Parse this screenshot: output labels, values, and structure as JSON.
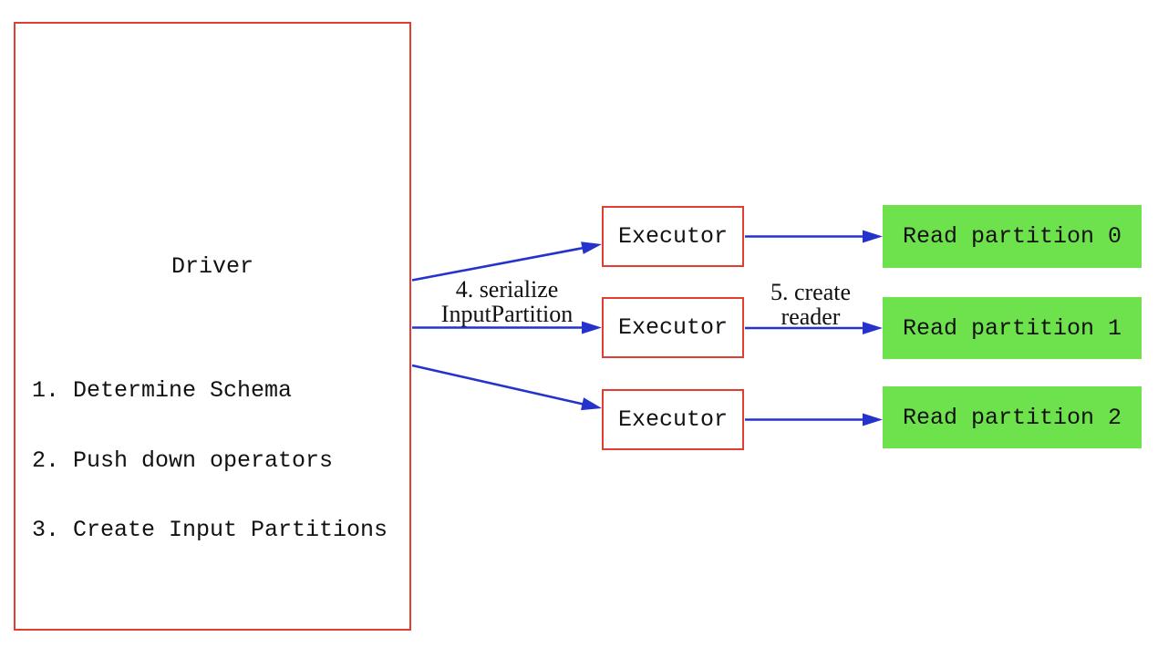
{
  "colors": {
    "red": "#e23d33",
    "blue": "#2533cc",
    "green": "#6ee24c",
    "ink": "#111111",
    "background": "#ffffff"
  },
  "driver": {
    "title": "Driver",
    "steps": [
      "1. Determine Schema",
      "2. Push down operators",
      "3. Create Input Partitions"
    ]
  },
  "executors": [
    {
      "label": "Executor"
    },
    {
      "label": "Executor"
    },
    {
      "label": "Executor"
    }
  ],
  "partitions": [
    {
      "label": "Read partition 0"
    },
    {
      "label": "Read partition 1"
    },
    {
      "label": "Read partition 2"
    }
  ],
  "arrow_labels": {
    "serialize": {
      "line1": "4. serialize",
      "line2": "InputPartition"
    },
    "create_reader": {
      "line1": "5. create",
      "line2": "reader"
    }
  }
}
